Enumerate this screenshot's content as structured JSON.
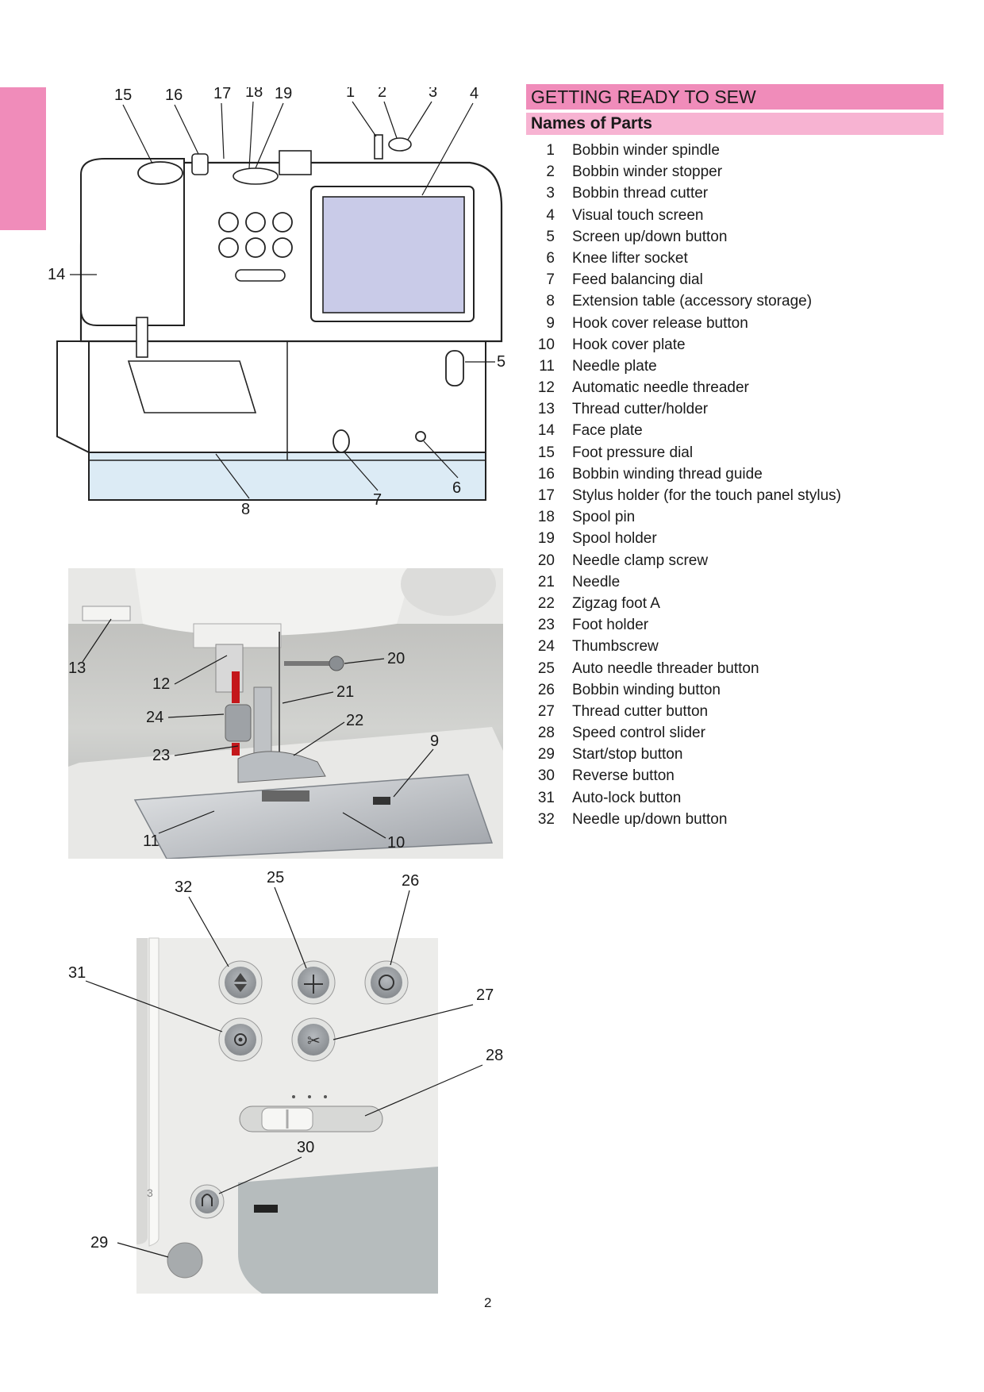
{
  "header": {
    "section_title": "GETTING READY TO SEW",
    "subsection_title": "Names of Parts"
  },
  "parts": [
    {
      "num": "1",
      "label": "Bobbin winder spindle"
    },
    {
      "num": "2",
      "label": "Bobbin winder stopper"
    },
    {
      "num": "3",
      "label": "Bobbin thread cutter"
    },
    {
      "num": "4",
      "label": "Visual touch screen"
    },
    {
      "num": "5",
      "label": "Screen up/down button"
    },
    {
      "num": "6",
      "label": "Knee lifter socket"
    },
    {
      "num": "7",
      "label": "Feed balancing dial"
    },
    {
      "num": "8",
      "label": "Extension table (accessory storage)"
    },
    {
      "num": "9",
      "label": "Hook cover release button"
    },
    {
      "num": "10",
      "label": "Hook cover plate"
    },
    {
      "num": "11",
      "label": "Needle plate"
    },
    {
      "num": "12",
      "label": "Automatic needle threader"
    },
    {
      "num": "13",
      "label": "Thread cutter/holder"
    },
    {
      "num": "14",
      "label": "Face plate"
    },
    {
      "num": "15",
      "label": "Foot pressure dial"
    },
    {
      "num": "16",
      "label": "Bobbin winding thread guide"
    },
    {
      "num": "17",
      "label": "Stylus holder (for the touch panel stylus)"
    },
    {
      "num": "18",
      "label": "Spool pin"
    },
    {
      "num": "19",
      "label": "Spool holder"
    },
    {
      "num": "20",
      "label": "Needle clamp screw"
    },
    {
      "num": "21",
      "label": "Needle"
    },
    {
      "num": "22",
      "label": "Zigzag foot A"
    },
    {
      "num": "23",
      "label": "Foot holder"
    },
    {
      "num": "24",
      "label": "Thumbscrew"
    },
    {
      "num": "25",
      "label": "Auto needle threader button"
    },
    {
      "num": "26",
      "label": "Bobbin winding button"
    },
    {
      "num": "27",
      "label": "Thread cutter button"
    },
    {
      "num": "28",
      "label": "Speed control slider"
    },
    {
      "num": "29",
      "label": "Start/stop button"
    },
    {
      "num": "30",
      "label": "Reverse button"
    },
    {
      "num": "31",
      "label": "Auto-lock button"
    },
    {
      "num": "32",
      "label": "Needle up/down button"
    }
  ],
  "figures": {
    "machine_callouts": [
      "15",
      "16",
      "17",
      "18",
      "19",
      "1",
      "2",
      "3",
      "4",
      "14",
      "5",
      "6",
      "7",
      "8"
    ],
    "needle_callouts": [
      "13",
      "12",
      "20",
      "21",
      "24",
      "22",
      "23",
      "9",
      "11",
      "10"
    ],
    "buttons_callouts": [
      "32",
      "25",
      "26",
      "31",
      "27",
      "28",
      "30",
      "29"
    ],
    "reverse_digit": "3"
  },
  "colors": {
    "accent_pink": "#f08cba",
    "sub_pink": "#f7b3d2",
    "screen": "#c9cbe8",
    "base_blue": "#dcebf5"
  },
  "footer": {
    "page_number": "2"
  }
}
